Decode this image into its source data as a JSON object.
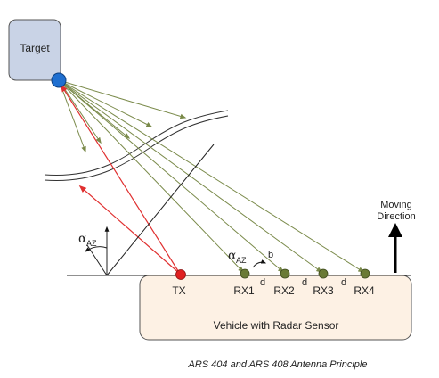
{
  "target": {
    "label": "Target"
  },
  "vehicle": {
    "label": "Vehicle with Radar Sensor"
  },
  "tx": {
    "label": "TX"
  },
  "rx": [
    {
      "label": "RX1"
    },
    {
      "label": "RX2"
    },
    {
      "label": "RX3"
    },
    {
      "label": "RX4"
    }
  ],
  "spacing": {
    "d": "d"
  },
  "vector": {
    "b": "b"
  },
  "angle": {
    "alpha": "α",
    "sub": "AZ"
  },
  "moving": {
    "line1": "Moving",
    "line2": "Direction"
  },
  "caption": "ARS 404 and ARS 408 Antenna Principle",
  "colors": {
    "tx_red": "#e02020",
    "rx_green": "#6a7a35",
    "target_blue": "#1f6fd0",
    "target_box": "#c9d3e6",
    "vehicle_fill": "#fdf1e4",
    "ray_red": "#e03030",
    "ray_green": "#7a8a4a"
  }
}
